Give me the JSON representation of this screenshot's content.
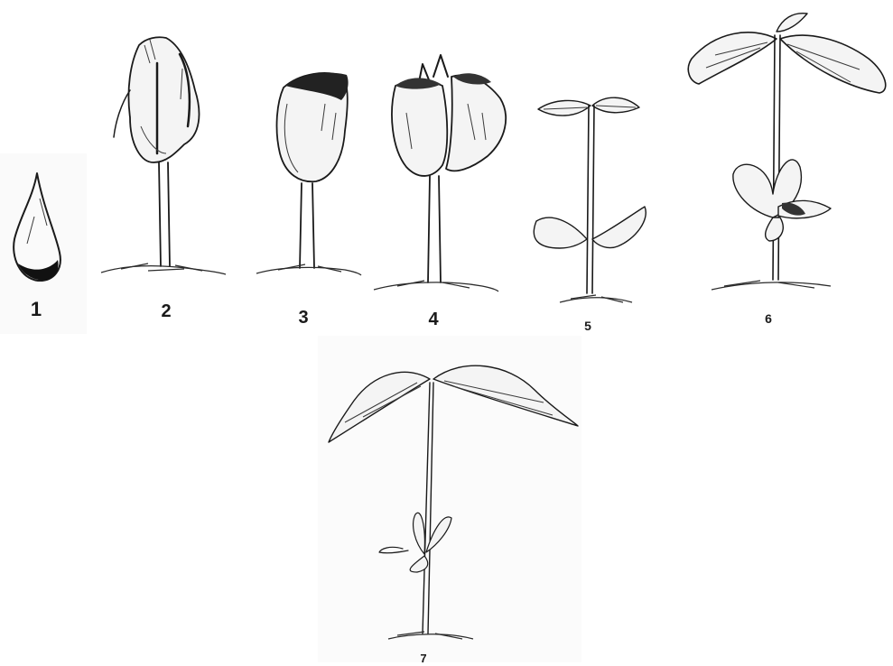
{
  "figure": {
    "stages": [
      {
        "id": 1,
        "label": "1"
      },
      {
        "id": 2,
        "label": "2"
      },
      {
        "id": 3,
        "label": "3"
      },
      {
        "id": 4,
        "label": "4"
      },
      {
        "id": 5,
        "label": "5"
      },
      {
        "id": 6,
        "label": "6"
      },
      {
        "id": 7,
        "label": "7"
      }
    ]
  }
}
